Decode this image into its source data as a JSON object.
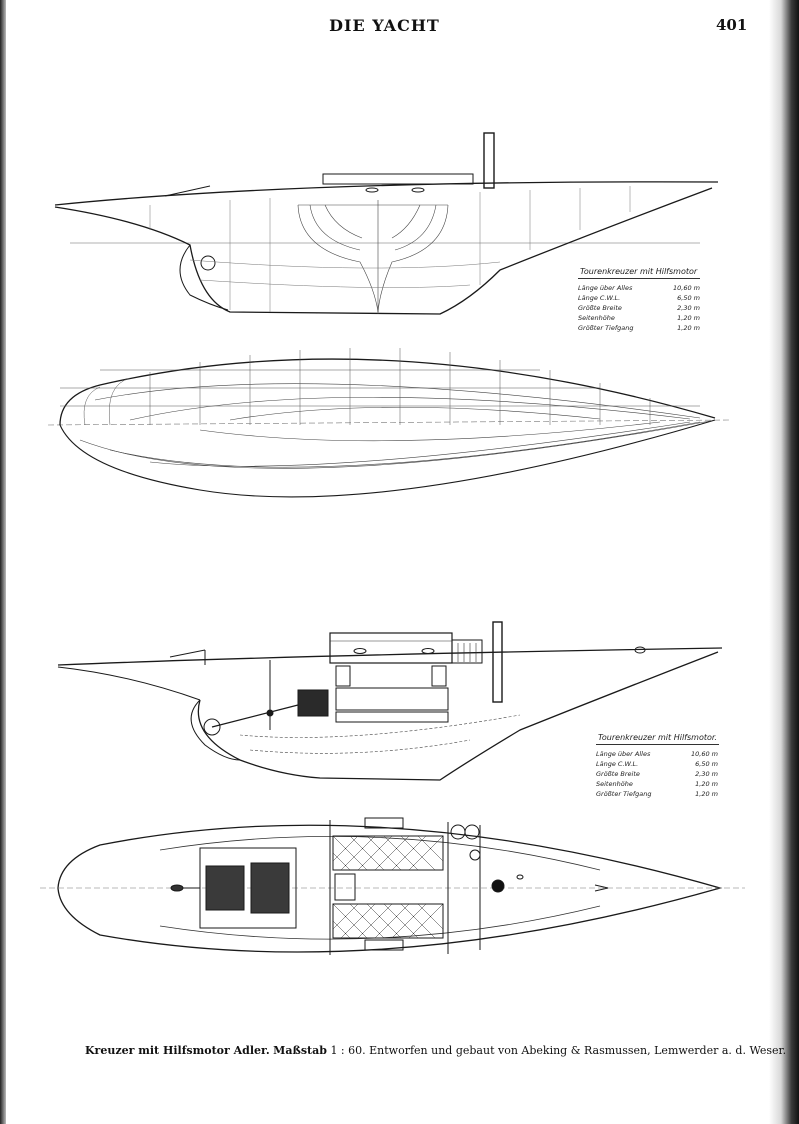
{
  "header": {
    "title": "DIE YACHT",
    "page_number": "401"
  },
  "spec_table_top": {
    "title": "Tourenkreuzer mit Hilfsmotor",
    "rows": [
      {
        "label": "Länge über Alles",
        "value": "10,60 m"
      },
      {
        "label": "Länge C.W.L.",
        "value": "6,50 m"
      },
      {
        "label": "Größte Breite",
        "value": "2,30 m"
      },
      {
        "label": "Seitenhöhe",
        "value": "1,20 m"
      },
      {
        "label": "Größter Tiefgang",
        "value": "1,20 m"
      }
    ]
  },
  "spec_table_bottom": {
    "title": "Tourenkreuzer mit Hilfsmotor.",
    "rows": [
      {
        "label": "Länge über Alles",
        "value": "10,60 m"
      },
      {
        "label": "Länge C.W.L.",
        "value": "6,50 m"
      },
      {
        "label": "Größte Breite",
        "value": "2,30 m"
      },
      {
        "label": "Seitenhöhe",
        "value": "1,20 m"
      },
      {
        "label": "Größter Tiefgang",
        "value": "1,20 m"
      }
    ]
  },
  "caption": {
    "bold_part": "Kreuzer mit Hilfsmotor Adler.",
    "scale_label": "Maßstab",
    "scale_value": "1 : 60.",
    "credit": "Entworfen und gebaut von Abeking & Rasmussen, Lemwerder a. d. Weser."
  },
  "colors": {
    "ink": "#1a1a1a",
    "fine_line": "#555555",
    "page_edge": "#111111"
  }
}
